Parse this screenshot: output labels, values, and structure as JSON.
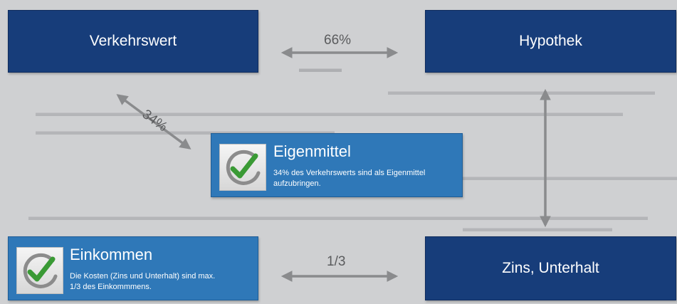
{
  "nodes": {
    "verkehrswert": "Verkehrswert",
    "hypothek": "Hypothek",
    "zins_unterhalt": "Zins, Unterhalt",
    "eigenmittel": {
      "title": "Eigenmittel",
      "description_line1": "34% des Verkehrswerts sind als Eigenmittel",
      "description_line2": "aufzubringen."
    },
    "einkommen": {
      "title": "Einkommen",
      "description_line1": "Die Kosten (Zins und Unterhalt) sind max.",
      "description_line2": "1/3 des Einkommmens."
    }
  },
  "edges": {
    "verkehrswert_hypothek": "66%",
    "verkehrswert_eigenmittel": "34%",
    "einkommen_zins": "1/3"
  },
  "colors": {
    "background": "#cfd0d2",
    "navy_box": "#173d7a",
    "blue_box": "#2f78b8",
    "arrow": "#8a8b8d",
    "check_green": "#3a9a35"
  }
}
